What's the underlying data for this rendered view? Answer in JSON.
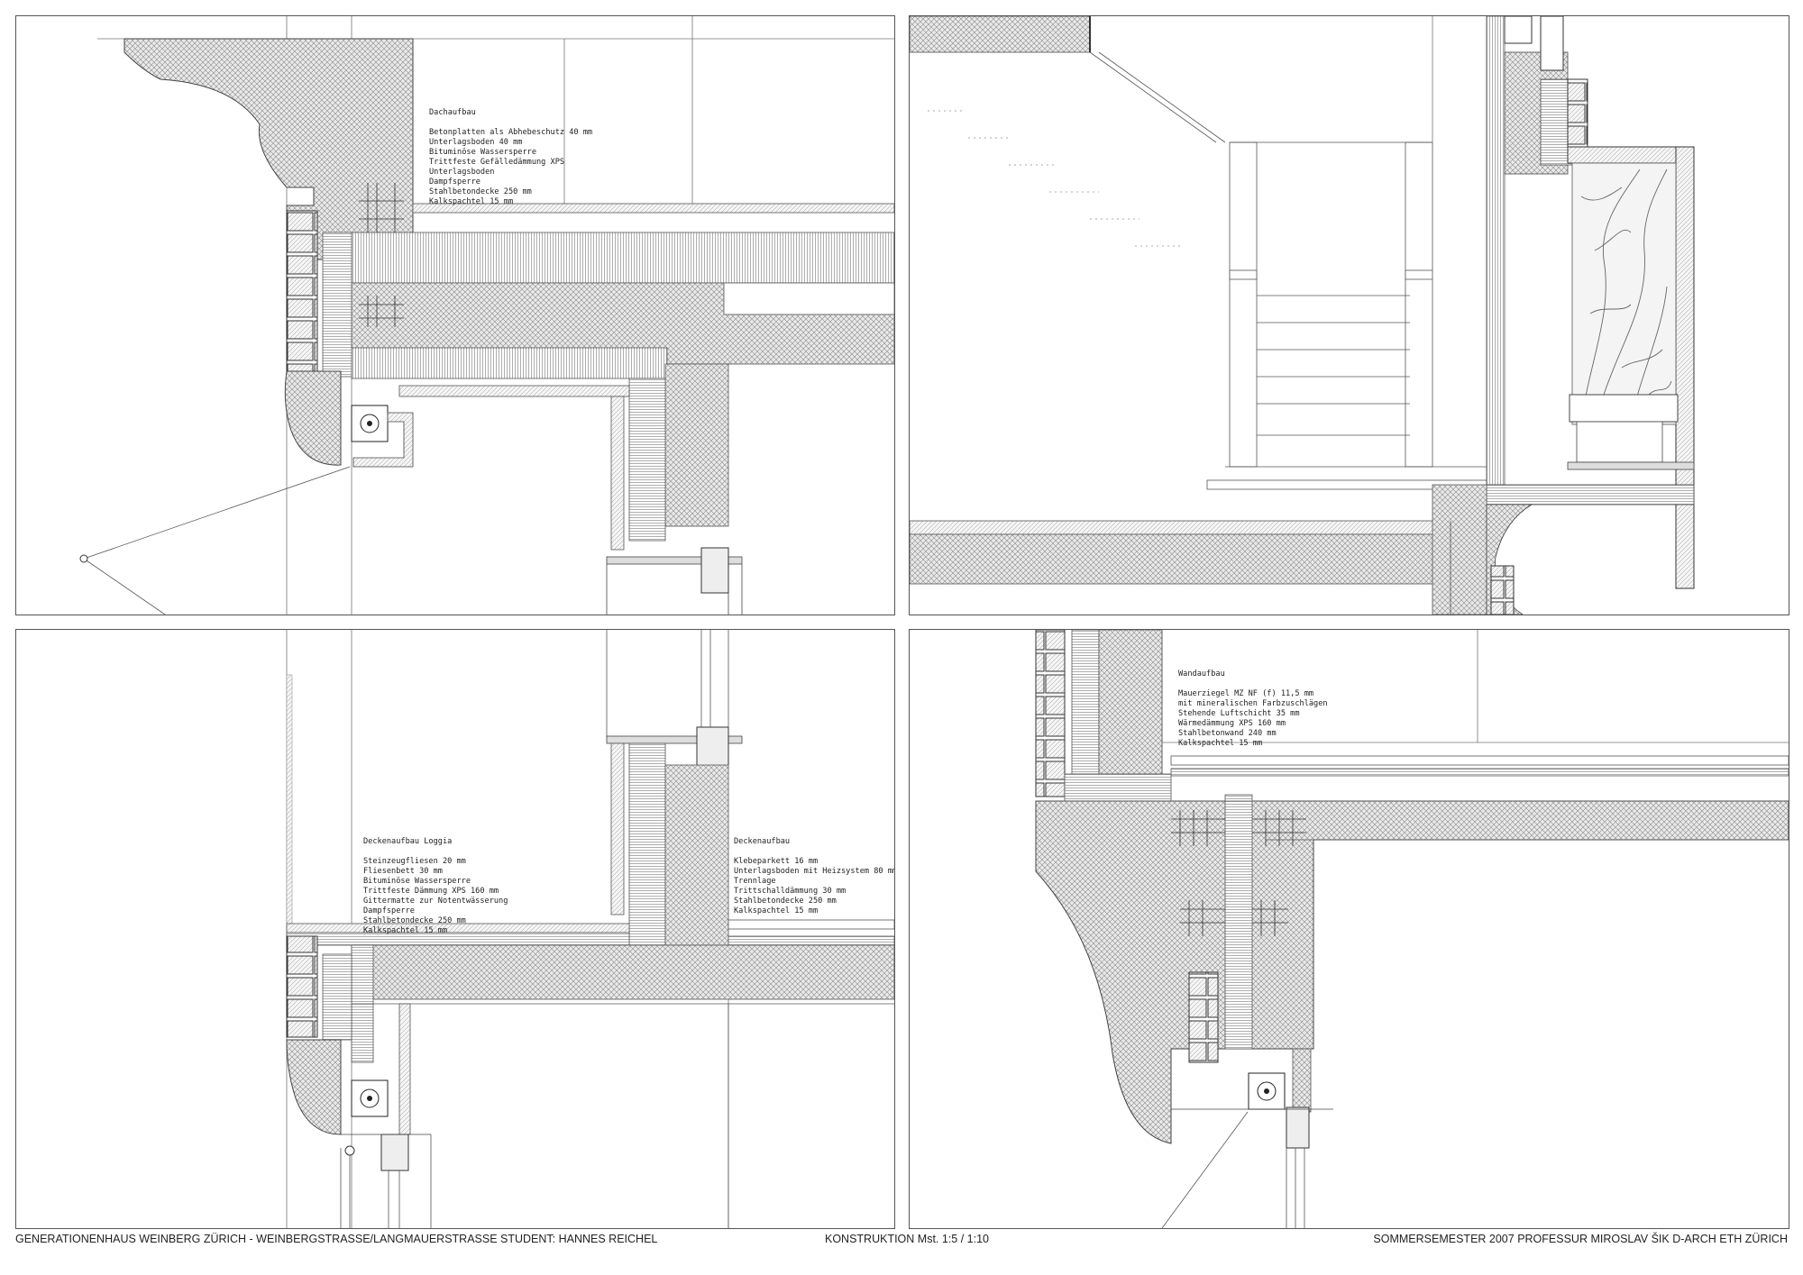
{
  "notes": {
    "dach": {
      "title": "Dachaufbau",
      "lines": [
        "Betonplatten als Abhebeschutz 40 mm",
        "Unterlagsboden 40 mm",
        "Bituminöse Wassersperre",
        "Trittfeste Gefälledämmung XPS",
        "Unterlagsboden",
        "Dampfsperre",
        "Stahlbetondecke 250 mm",
        "Kalkspachtel 15 mm"
      ]
    },
    "loggia": {
      "title": "Deckenaufbau Loggia",
      "lines": [
        "Steinzeugfliesen 20 mm",
        "Fliesenbett 30 mm",
        "Bituminöse Wassersperre",
        "Trittfeste Dämmung XPS 160 mm",
        "Gittermatte zur Notentwässerung",
        "Dampfsperre",
        "Stahlbetondecke 250 mm",
        "Kalkspachtel 15 mm"
      ]
    },
    "decke": {
      "title": "Deckenaufbau",
      "lines": [
        "Klebeparkett 16 mm",
        "Unterlagsboden mit Heizsystem 80 mm",
        "Trennlage",
        "Trittschalldämmung 30 mm",
        "Stahlbetondecke 250 mm",
        "Kalkspachtel 15 mm"
      ]
    },
    "wand": {
      "title": "Wandaufbau",
      "lines": [
        "Mauerziegel MZ NF (f) 11,5 mm",
        "mit mineralischen Farbzuschlägen",
        "Stehende Luftschicht 35 mm",
        "Wärmedämmung XPS 160 mm",
        "Stahlbetonwand 240 mm",
        "Kalkspachtel 15 mm"
      ]
    }
  },
  "footer": {
    "left": "GENERATIONENHAUS WEINBERG    ZÜRICH -  WEINBERGSTRASSE/LANGMAUERSTRASSE    STUDENT: HANNES REICHEL",
    "center": "KONSTRUKTION Mst. 1:5 / 1:10",
    "right": "SOMMERSEMESTER   2007   PROFESSUR MIROSLAV ŠIK   D-ARCH   ETH  ZÜRICH"
  }
}
